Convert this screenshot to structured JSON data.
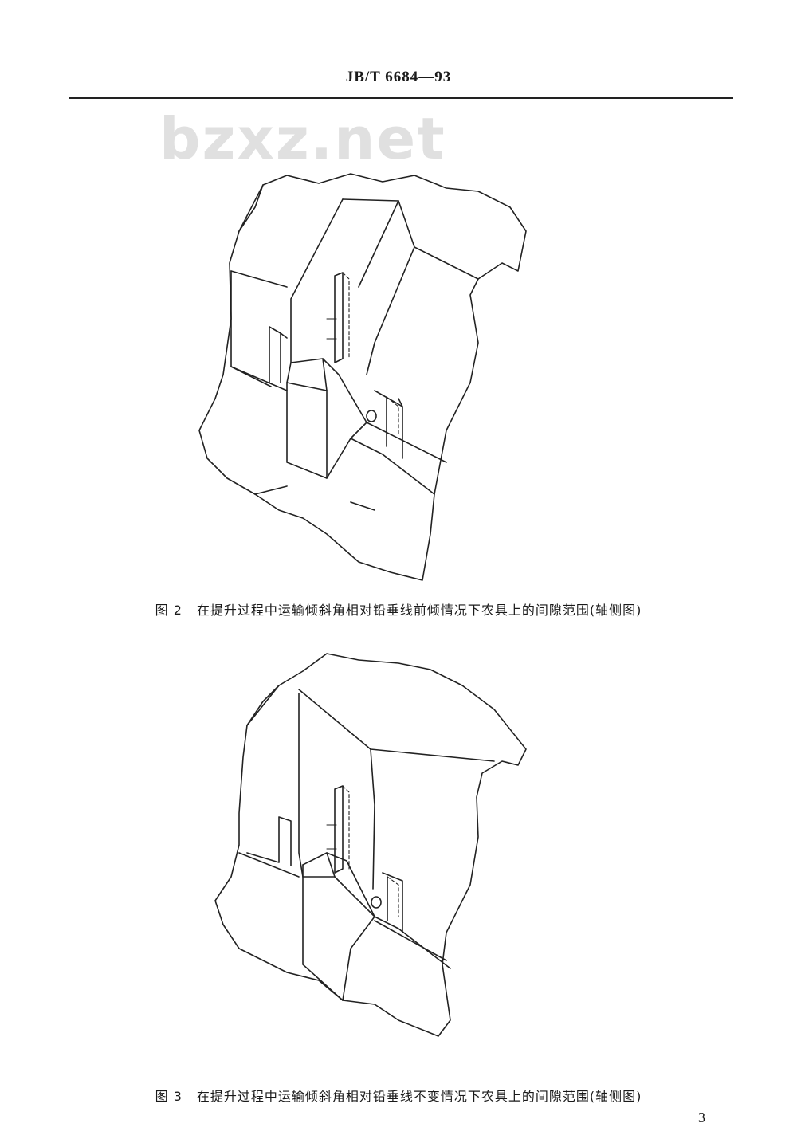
{
  "header": {
    "doc_code": "JB/T 6684—93"
  },
  "watermark": "bzxz.net",
  "figures": [
    {
      "number": "图 2",
      "caption": "在提升过程中运输倾斜角相对铅垂线前倾情况下农具上的间隙范围(轴侧图)"
    },
    {
      "number": "图 3",
      "caption": "在提升过程中运输倾斜角相对铅垂线不变情况下农具上的间隙范围(轴侧图)"
    }
  ],
  "page_number": "3"
}
